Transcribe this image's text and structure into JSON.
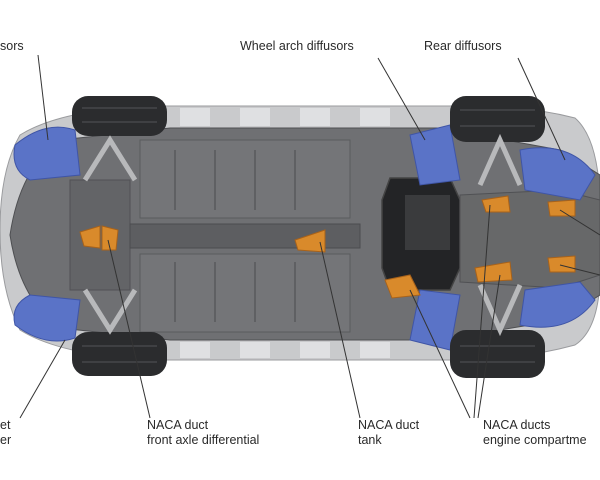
{
  "diagram": {
    "colors": {
      "body_gray": "#6f7073",
      "panel_dark": "#58595c",
      "sill_light": "#c9cacc",
      "diffuser_blue": "#5a73c7",
      "naca_orange": "#d98a2b",
      "tire": "#2b2c2e",
      "leader": "#333333"
    },
    "labels": {
      "front_diffusors": {
        "line1": "sors"
      },
      "wheel_arch_diffusors": {
        "line1": "Wheel arch diffusors"
      },
      "rear_diffusors": {
        "line1": "Rear diffusors"
      },
      "naca_front_axle": {
        "line1": "NACA duct",
        "line2": "front axle differential"
      },
      "naca_tank": {
        "line1": "NACA duct",
        "line2": "tank"
      },
      "naca_engine": {
        "line1": "NACA ducts",
        "line2": "engine compartme"
      },
      "bottom_left": {
        "line1": "et",
        "line2": "er"
      }
    }
  }
}
